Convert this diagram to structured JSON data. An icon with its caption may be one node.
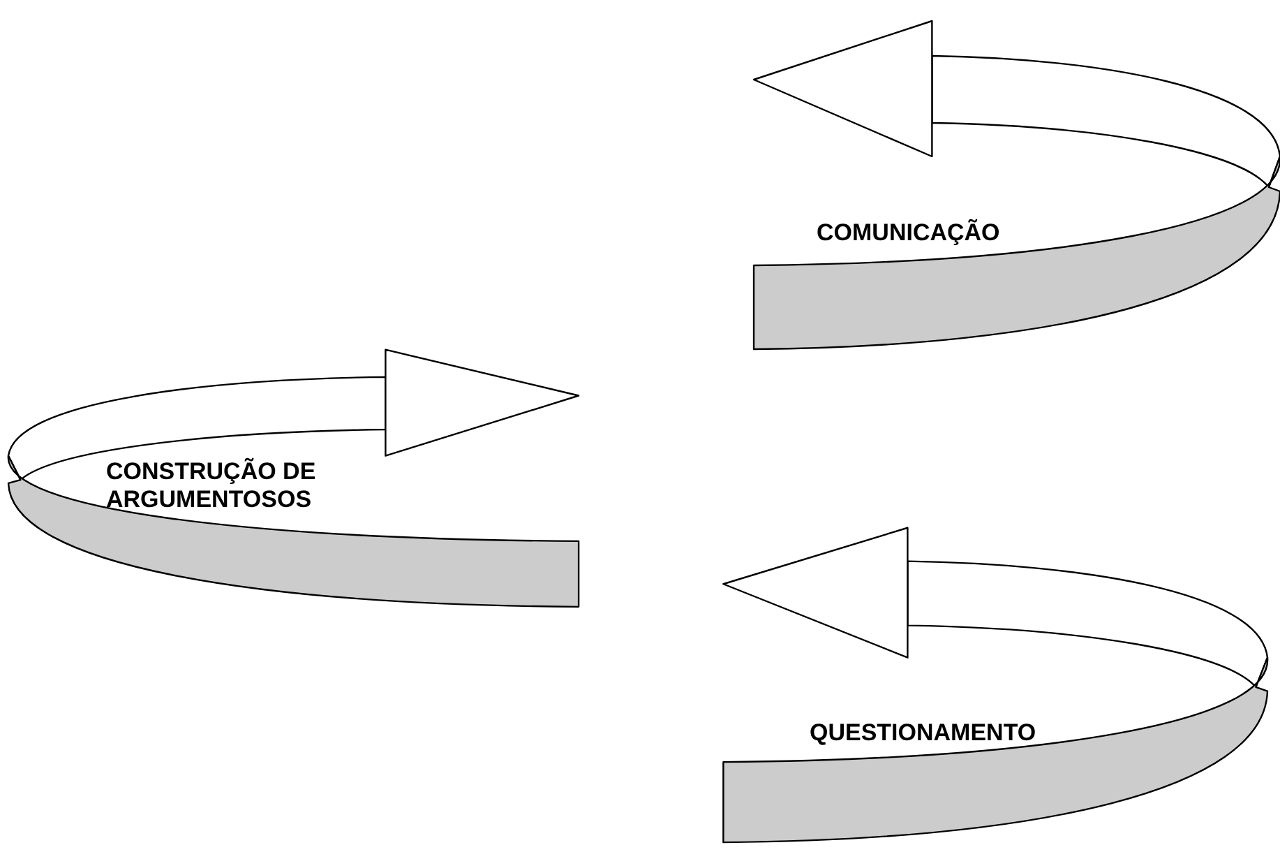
{
  "diagram": {
    "nodes": [
      {
        "text": [
          "COMUNICAÇÃO"
        ]
      },
      {
        "text": [
          "CONSTRUÇÃO DE ARGUMENTOSOS"
        ]
      },
      {
        "text": [
          "QUESTIONAMENTO"
        ]
      }
    ]
  }
}
